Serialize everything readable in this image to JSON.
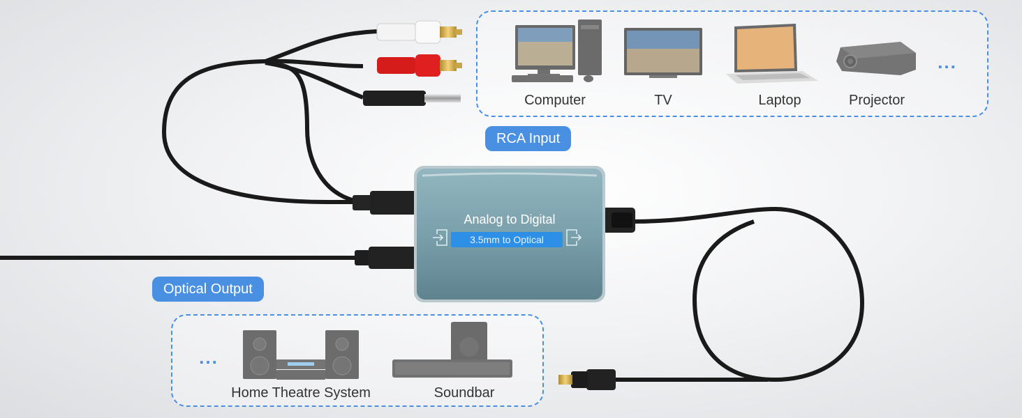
{
  "input_section": {
    "badge_label": "RCA Input",
    "devices": [
      {
        "label": "Computer",
        "icon": "computer-icon"
      },
      {
        "label": "TV",
        "icon": "tv-icon"
      },
      {
        "label": "Laptop",
        "icon": "laptop-icon"
      },
      {
        "label": "Projector",
        "icon": "projector-icon"
      }
    ],
    "more": "..."
  },
  "output_section": {
    "badge_label": "Optical Output",
    "devices": [
      {
        "label": "Home Theatre System",
        "icon": "home-theatre-icon"
      },
      {
        "label": "Soundbar",
        "icon": "soundbar-icon"
      }
    ],
    "more": "..."
  },
  "converter": {
    "title": "Analog to Digital",
    "subtitle": "3.5mm to Optical"
  },
  "colors": {
    "accent": "#4a90e2",
    "device_body": "#7fa3ad",
    "cable": "#1a1a1a"
  }
}
